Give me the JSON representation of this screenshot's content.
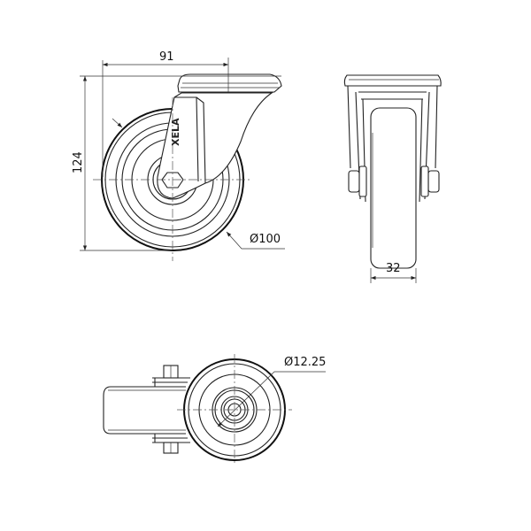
{
  "title": "Swivel castor wheel technical drawing",
  "dimensions": {
    "width_offset": "91",
    "height": "124",
    "wheel_diameter": "Ø100",
    "wheel_width": "32",
    "bore_diameter": "Ø12.25"
  },
  "logo_text": "XELA"
}
